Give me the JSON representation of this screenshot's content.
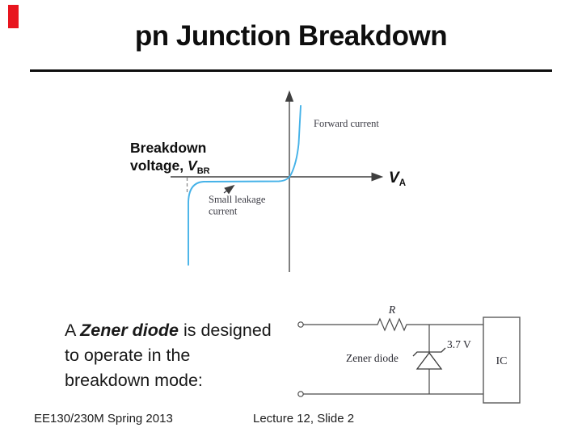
{
  "title": "pn Junction Breakdown",
  "accent": {
    "red_bar_color": "#e8151e"
  },
  "iv_graph": {
    "type": "line-sketch",
    "curve_color": "#45b2e8",
    "x_axis_label": {
      "var": "V",
      "sub": "A"
    },
    "annotations": {
      "forward_current": "Forward current",
      "breakdown_voltage": {
        "line1": "Breakdown",
        "line2_prefix": "voltage, ",
        "var": "V",
        "sub": "BR"
      },
      "small_leakage": {
        "line1": "Small leakage",
        "line2": "current"
      }
    }
  },
  "body_text": {
    "prefix": "A ",
    "emphasis": "Zener diode",
    "rest1": " is designed",
    "line2": "to operate in the",
    "line3": "breakdown mode:"
  },
  "circuit": {
    "resistor_label": "R",
    "zener_label": "Zener diode",
    "voltage_label": "3.7 V",
    "ic_label": "IC"
  },
  "footer": {
    "course": "EE130/230M Spring 2013",
    "slide_ref": "Lecture 12, Slide 2"
  }
}
